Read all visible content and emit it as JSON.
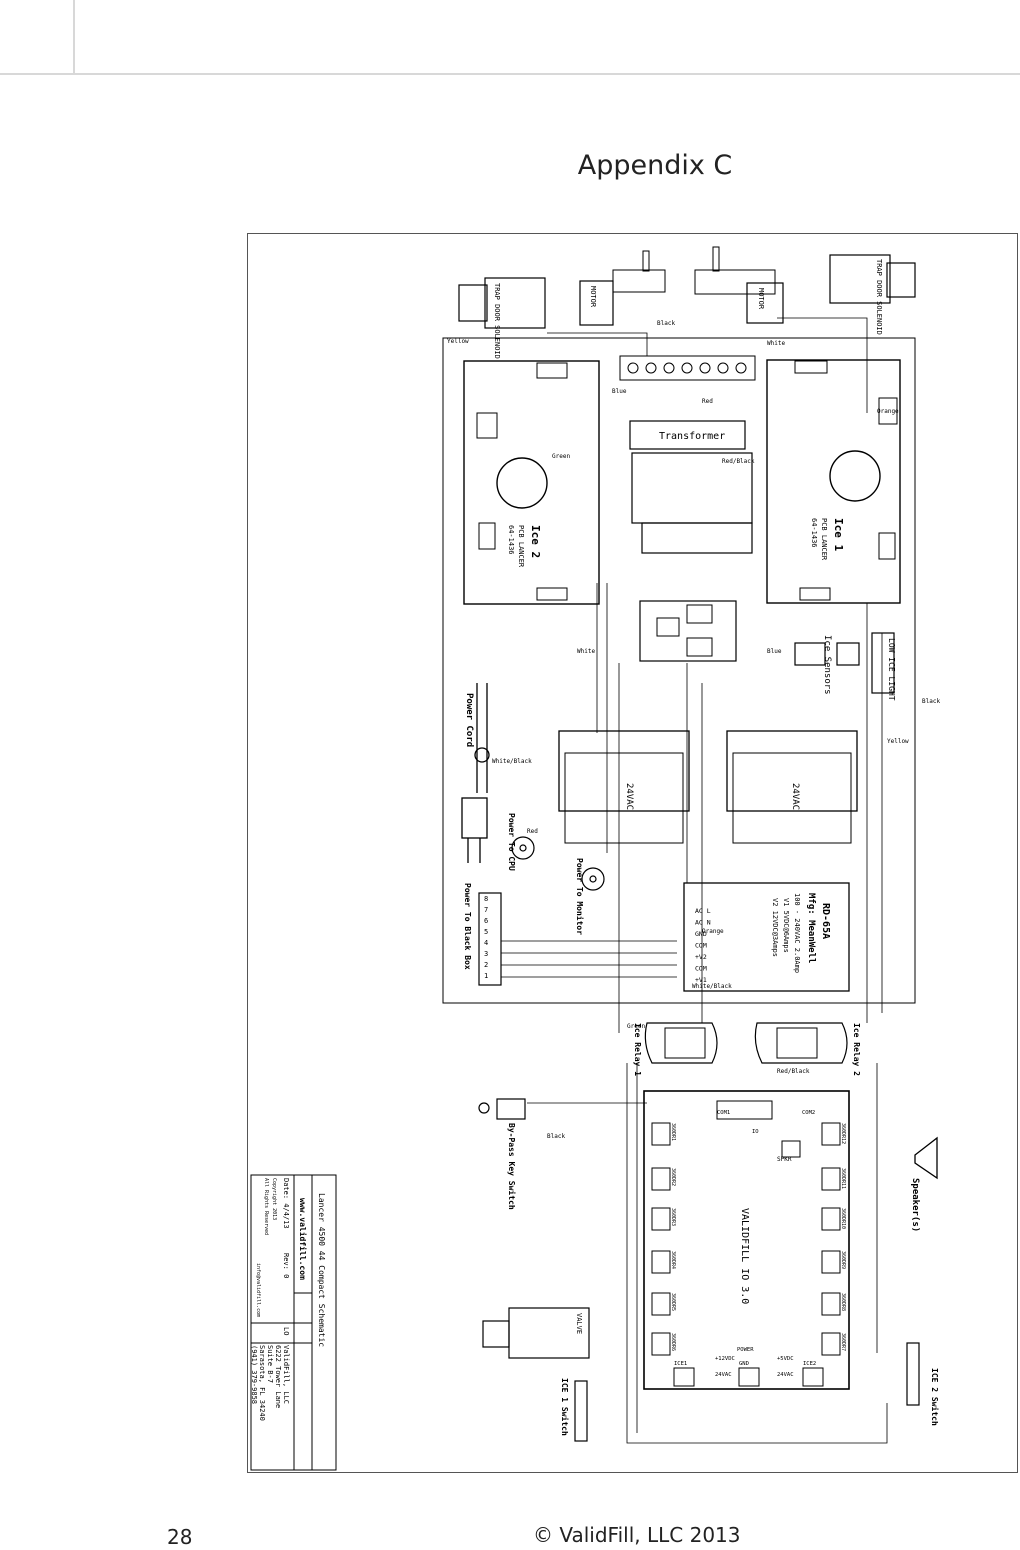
{
  "page": {
    "heading": "Appendix C",
    "page_number": "28",
    "footer": "© ValidFill, LLC 2013"
  },
  "title_block": {
    "title": "Lancer 4500 44 Compact Schematic",
    "website": "www.validfill.com",
    "date": "Date: 4/4/13",
    "rev": "Rev: 0",
    "initials": "LO",
    "copyright": "Copyright 2013",
    "rights": "All Rights Reserved",
    "email": "info@validfill.com",
    "company": "ValidFill, LLC",
    "address1": "6222 Tower Lane",
    "address2": "Suite B-7",
    "address3": "Sarasota, FL 34240",
    "phone": "(941) 379-9858"
  },
  "components": {
    "trap_door_left": "TRAP DOOR SOLENOID",
    "trap_door_right": "TRAP DOOR SOLENOID",
    "motor_left": "MOTOR",
    "motor_right": "MOTOR",
    "transformer": "Transformer",
    "ice2": "Ice 2",
    "ice2_pcb": "PCB LANCER",
    "ice2_part": "64-1436",
    "ice1": "Ice 1",
    "ice1_pcb": "PCB LANCER",
    "ice1_part": "64-1436",
    "ice_sensors": "Ice Sensors",
    "low_ice_light": "LOW ICE LIGHT",
    "power_cord": "Power Cord",
    "vac_left": "24VAC",
    "vac_right": "24VAC",
    "psu_model": "RD-65A",
    "psu_mfg": "Mfg: MeanWell",
    "psu_input": "100 - 240VAC 2.0Amp",
    "psu_v1": "V1 5VDC@6Amps",
    "psu_v2": "V2 12VDC@3Amps",
    "psu_pins": [
      "AC L",
      "AC N",
      "GND",
      "COM",
      "+V2",
      "COM",
      "+V1"
    ],
    "power_to_cpu": "Power To CPU",
    "power_to_monitor": "Power To Monitor",
    "power_to_black_box": "Power To Black Box",
    "black_box_pins": [
      "8",
      "7",
      "6",
      "5",
      "4",
      "3",
      "2",
      "1"
    ],
    "ice_relay_1": "Ice Relay 1",
    "ice_relay_2": "Ice Relay 2",
    "bypass": "By-Pass Key Switch",
    "speakers": "Speaker(s)",
    "io_board": "VALIDFILL IO 3.0",
    "valve": "VALVE",
    "ice1_switch": "ICE 1 Switch",
    "ice2_switch": "ICE 2 Switch",
    "spkr": "SPKR",
    "io_labels": [
      "COM1",
      "IO",
      "COM2",
      "ICE1",
      "ICE2",
      "POWER",
      "+12VDC",
      "+5VDC",
      "GND",
      "24VAC",
      "24VAC"
    ],
    "io_ports": [
      "360DR1",
      "360DR2",
      "360DR3",
      "360DR4",
      "360DR5",
      "360DR6",
      "360DR7",
      "360DR8",
      "360DR9",
      "360DR10",
      "360DR11",
      "360DR12"
    ]
  },
  "wire_labels": [
    "Black",
    "White",
    "Blue",
    "Red",
    "Yellow",
    "Orange",
    "Green",
    "Red/Black",
    "White/Black"
  ]
}
